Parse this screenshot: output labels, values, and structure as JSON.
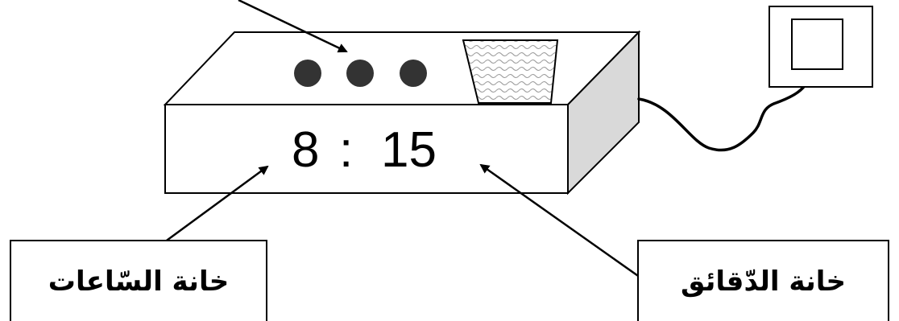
{
  "display": {
    "hours": "8",
    "separator": ":",
    "minutes": "15"
  },
  "labels": {
    "hours_label": "خانة السّاعات",
    "minutes_label": "خانة الدّقائق"
  },
  "buttons": {
    "count": 3,
    "color": "#333333"
  },
  "icons": {
    "speaker": "speaker-grille-icon",
    "outlet": "wall-outlet-icon",
    "cable": "power-cable-icon"
  },
  "colors": {
    "outline": "#000000",
    "clock_face": "#ffffff",
    "side_panel": "#d9d9d9",
    "speaker_fill": "#e0e0e0"
  }
}
